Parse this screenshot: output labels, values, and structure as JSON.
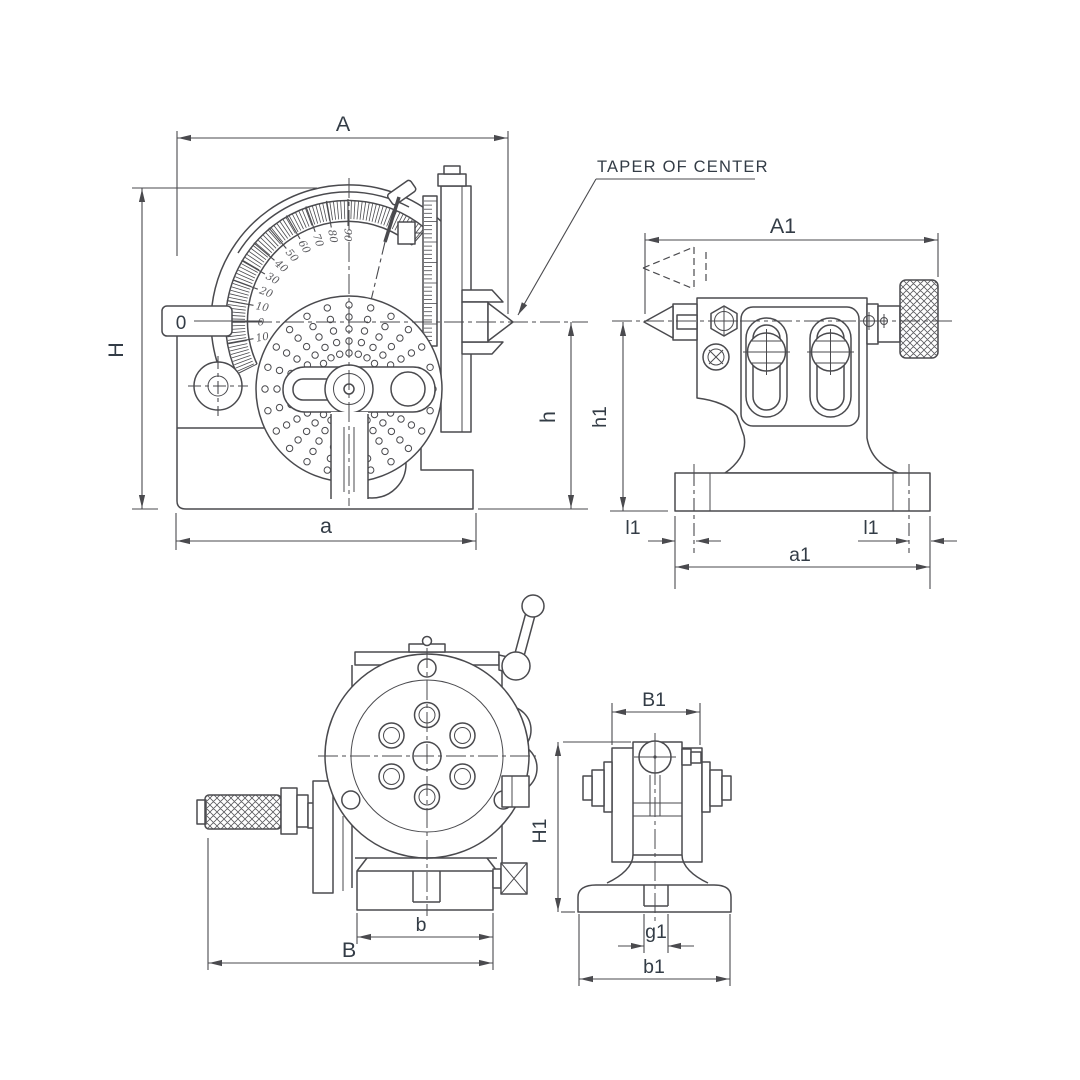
{
  "colors": {
    "line": "#4a4a4e",
    "label": "#333c46",
    "dial": "#5a5a5e",
    "background": "#ffffff"
  },
  "callout": {
    "text": "TAPER OF CENTER"
  },
  "dial": {
    "vernier_zero": "0",
    "tick_labels": [
      "10",
      "0",
      "10",
      "20",
      "30",
      "40",
      "50",
      "60",
      "70",
      "80",
      "90"
    ]
  },
  "dimensions": {
    "front_view": {
      "A": "A",
      "H": "H",
      "a": "a",
      "h": "h"
    },
    "tailstock_side": {
      "A1": "A1",
      "h1": "h1",
      "l1_left": "l1",
      "l1_right": "l1",
      "a1": "a1"
    },
    "front_face": {
      "B": "B",
      "b": "b"
    },
    "tailstock_front": {
      "B1": "B1",
      "H1": "H1",
      "g1": "g1",
      "b1": "b1"
    }
  }
}
